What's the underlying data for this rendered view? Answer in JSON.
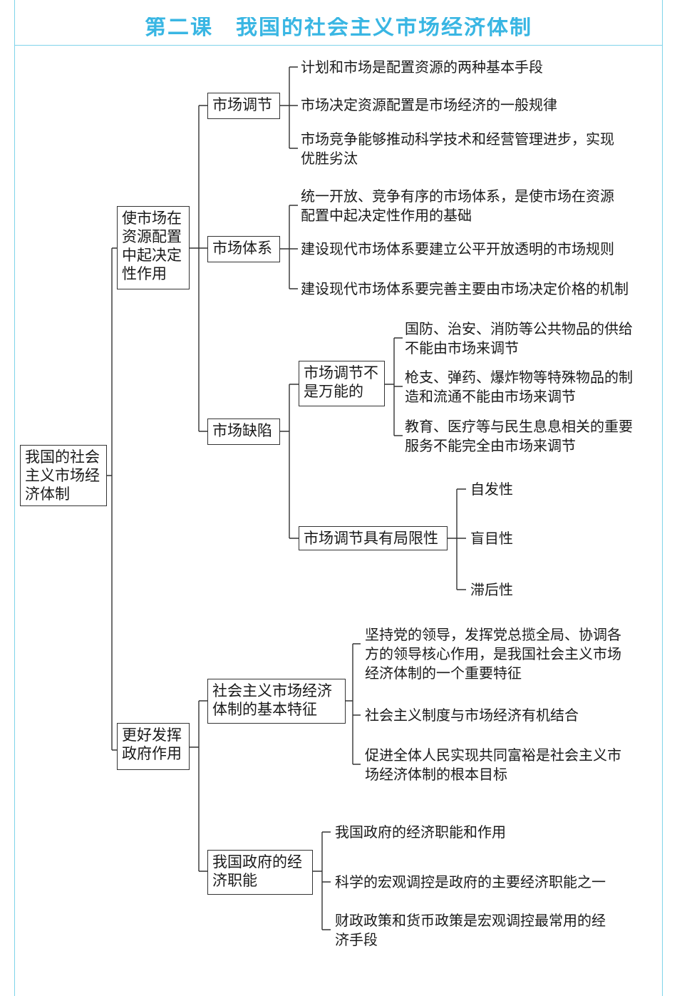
{
  "header": {
    "title": "第二课　我国的社会主义市场经济体制"
  },
  "colors": {
    "accent": "#39b6e3",
    "frame": "#7fd3ea",
    "line": "#333333"
  },
  "root": {
    "label": "我国的社会\n主义市场经\n济体制"
  },
  "branch1": {
    "label": "使市场在\n资源配置\n中起决定\n性作用",
    "market_regulation": {
      "label": "市场调节",
      "items": [
        "计划和市场是配置资源的两种基本手段",
        "市场决定资源配置是市场经济的一般规律",
        "市场竞争能够推动科学技术和经营管理进步，实现\n优胜劣汰"
      ]
    },
    "market_system": {
      "label": "市场体系",
      "items": [
        "统一开放、竞争有序的市场体系，是使市场在资源\n配置中起决定性作用的基础",
        "建设现代市场体系要建立公平开放透明的市场规则",
        "建设现代市场体系要完善主要由市场决定价格的机制"
      ]
    },
    "market_defects": {
      "label": "市场缺陷",
      "not_omnipotent": {
        "label": "市场调节不\n是万能的",
        "items": [
          "国防、治安、消防等公共物品的供给\n不能由市场来调节",
          "枪支、弹药、爆炸物等特殊物品的制\n造和流通不能由市场来调节",
          "教育、医疗等与民生息息相关的重要\n服务不能完全由市场来调节"
        ]
      },
      "limitations": {
        "label": "市场调节具有局限性",
        "items": [
          "自发性",
          "盲目性",
          "滞后性"
        ]
      }
    }
  },
  "branch2": {
    "label": "更好发挥\n政府作用",
    "basic_features": {
      "label": "社会主义市场经济\n体制的基本特征",
      "items": [
        "坚持党的领导，发挥党总揽全局、协调各\n方的领导核心作用，是我国社会主义市场\n经济体制的一个重要特征",
        "社会主义制度与市场经济有机结合",
        "促进全体人民实现共同富裕是社会主义市\n场经济体制的根本目标"
      ]
    },
    "economic_functions": {
      "label": "我国政府的经\n济职能",
      "items": [
        "我国政府的经济职能和作用",
        "科学的宏观调控是政府的主要经济职能之一",
        "财政政策和货币政策是宏观调控最常用的经\n济手段"
      ]
    }
  }
}
